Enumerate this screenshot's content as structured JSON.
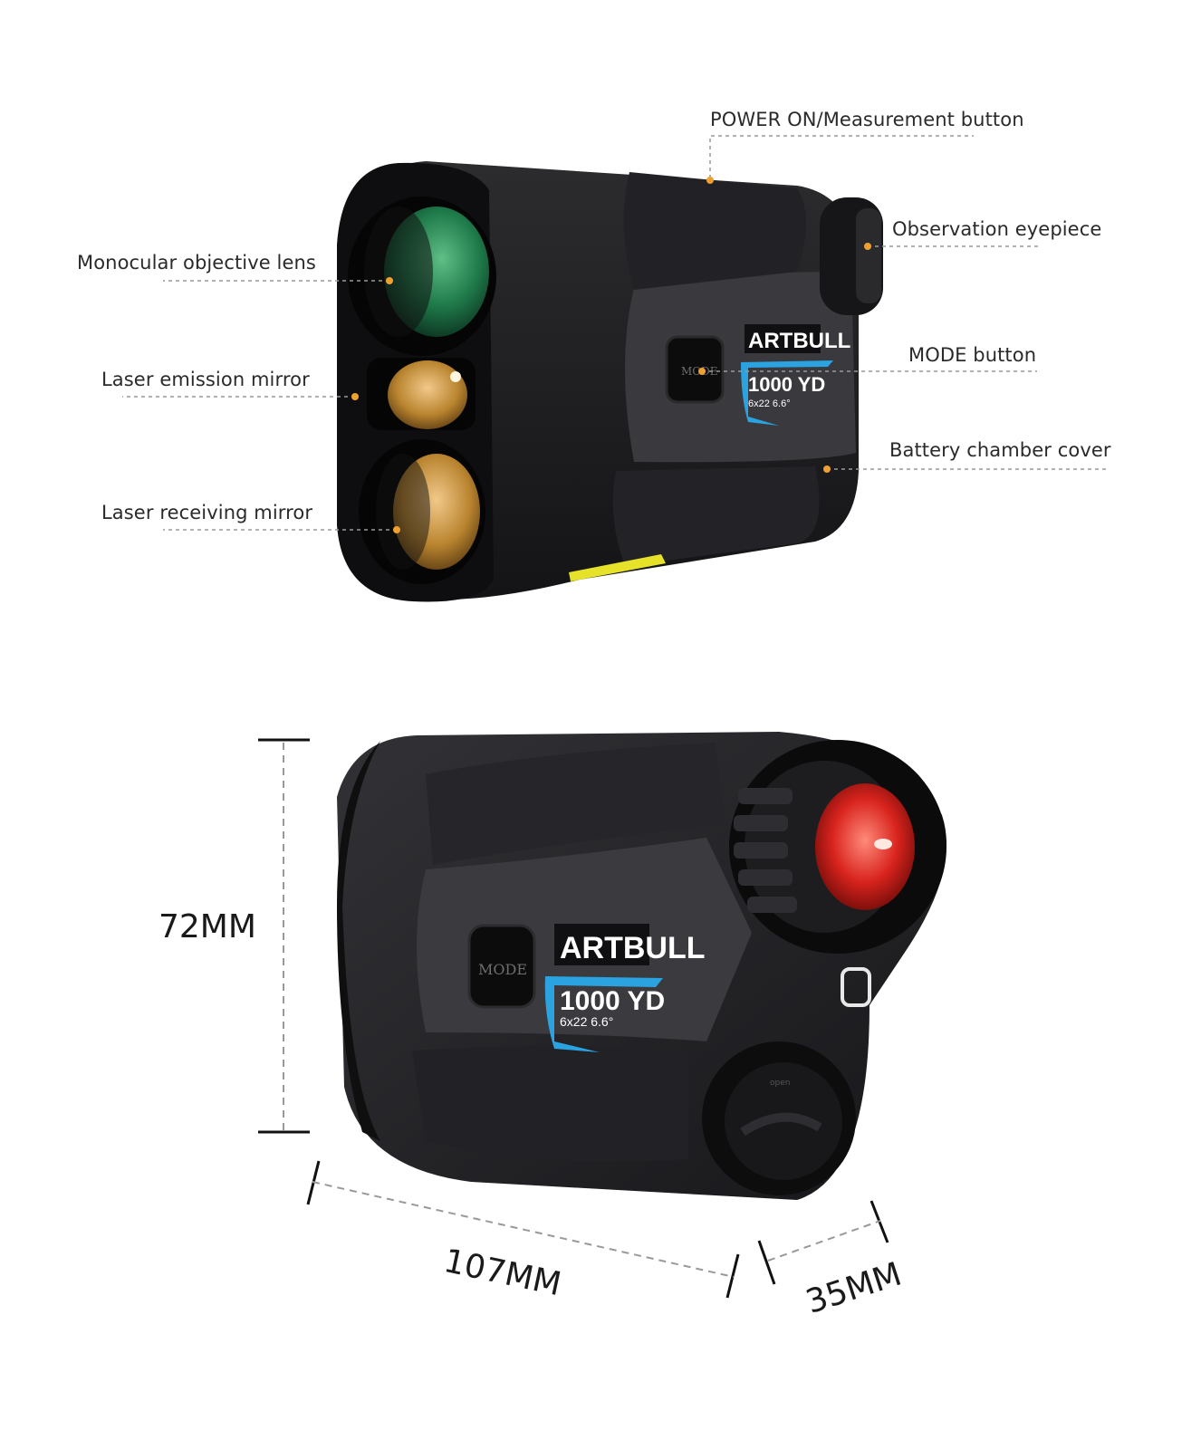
{
  "callouts": {
    "power": "POWER ON/Measurement button",
    "eyepiece": "Observation eyepiece",
    "objective": "Monocular objective lens",
    "emission": "Laser emission mirror",
    "mode": "MODE button",
    "battery": "Battery chamber cover",
    "receiving": "Laser receiving mirror"
  },
  "device": {
    "brand": "ARTBULL",
    "model": "1000 YD",
    "spec": "6x22 6.6°",
    "mode_label": "MODE",
    "battery_label": "open",
    "accent_color": "#2aa3e0",
    "body_color": "#1c1c1e"
  },
  "dimensions": {
    "height": "72MM",
    "length": "107MM",
    "width": "35MM"
  }
}
